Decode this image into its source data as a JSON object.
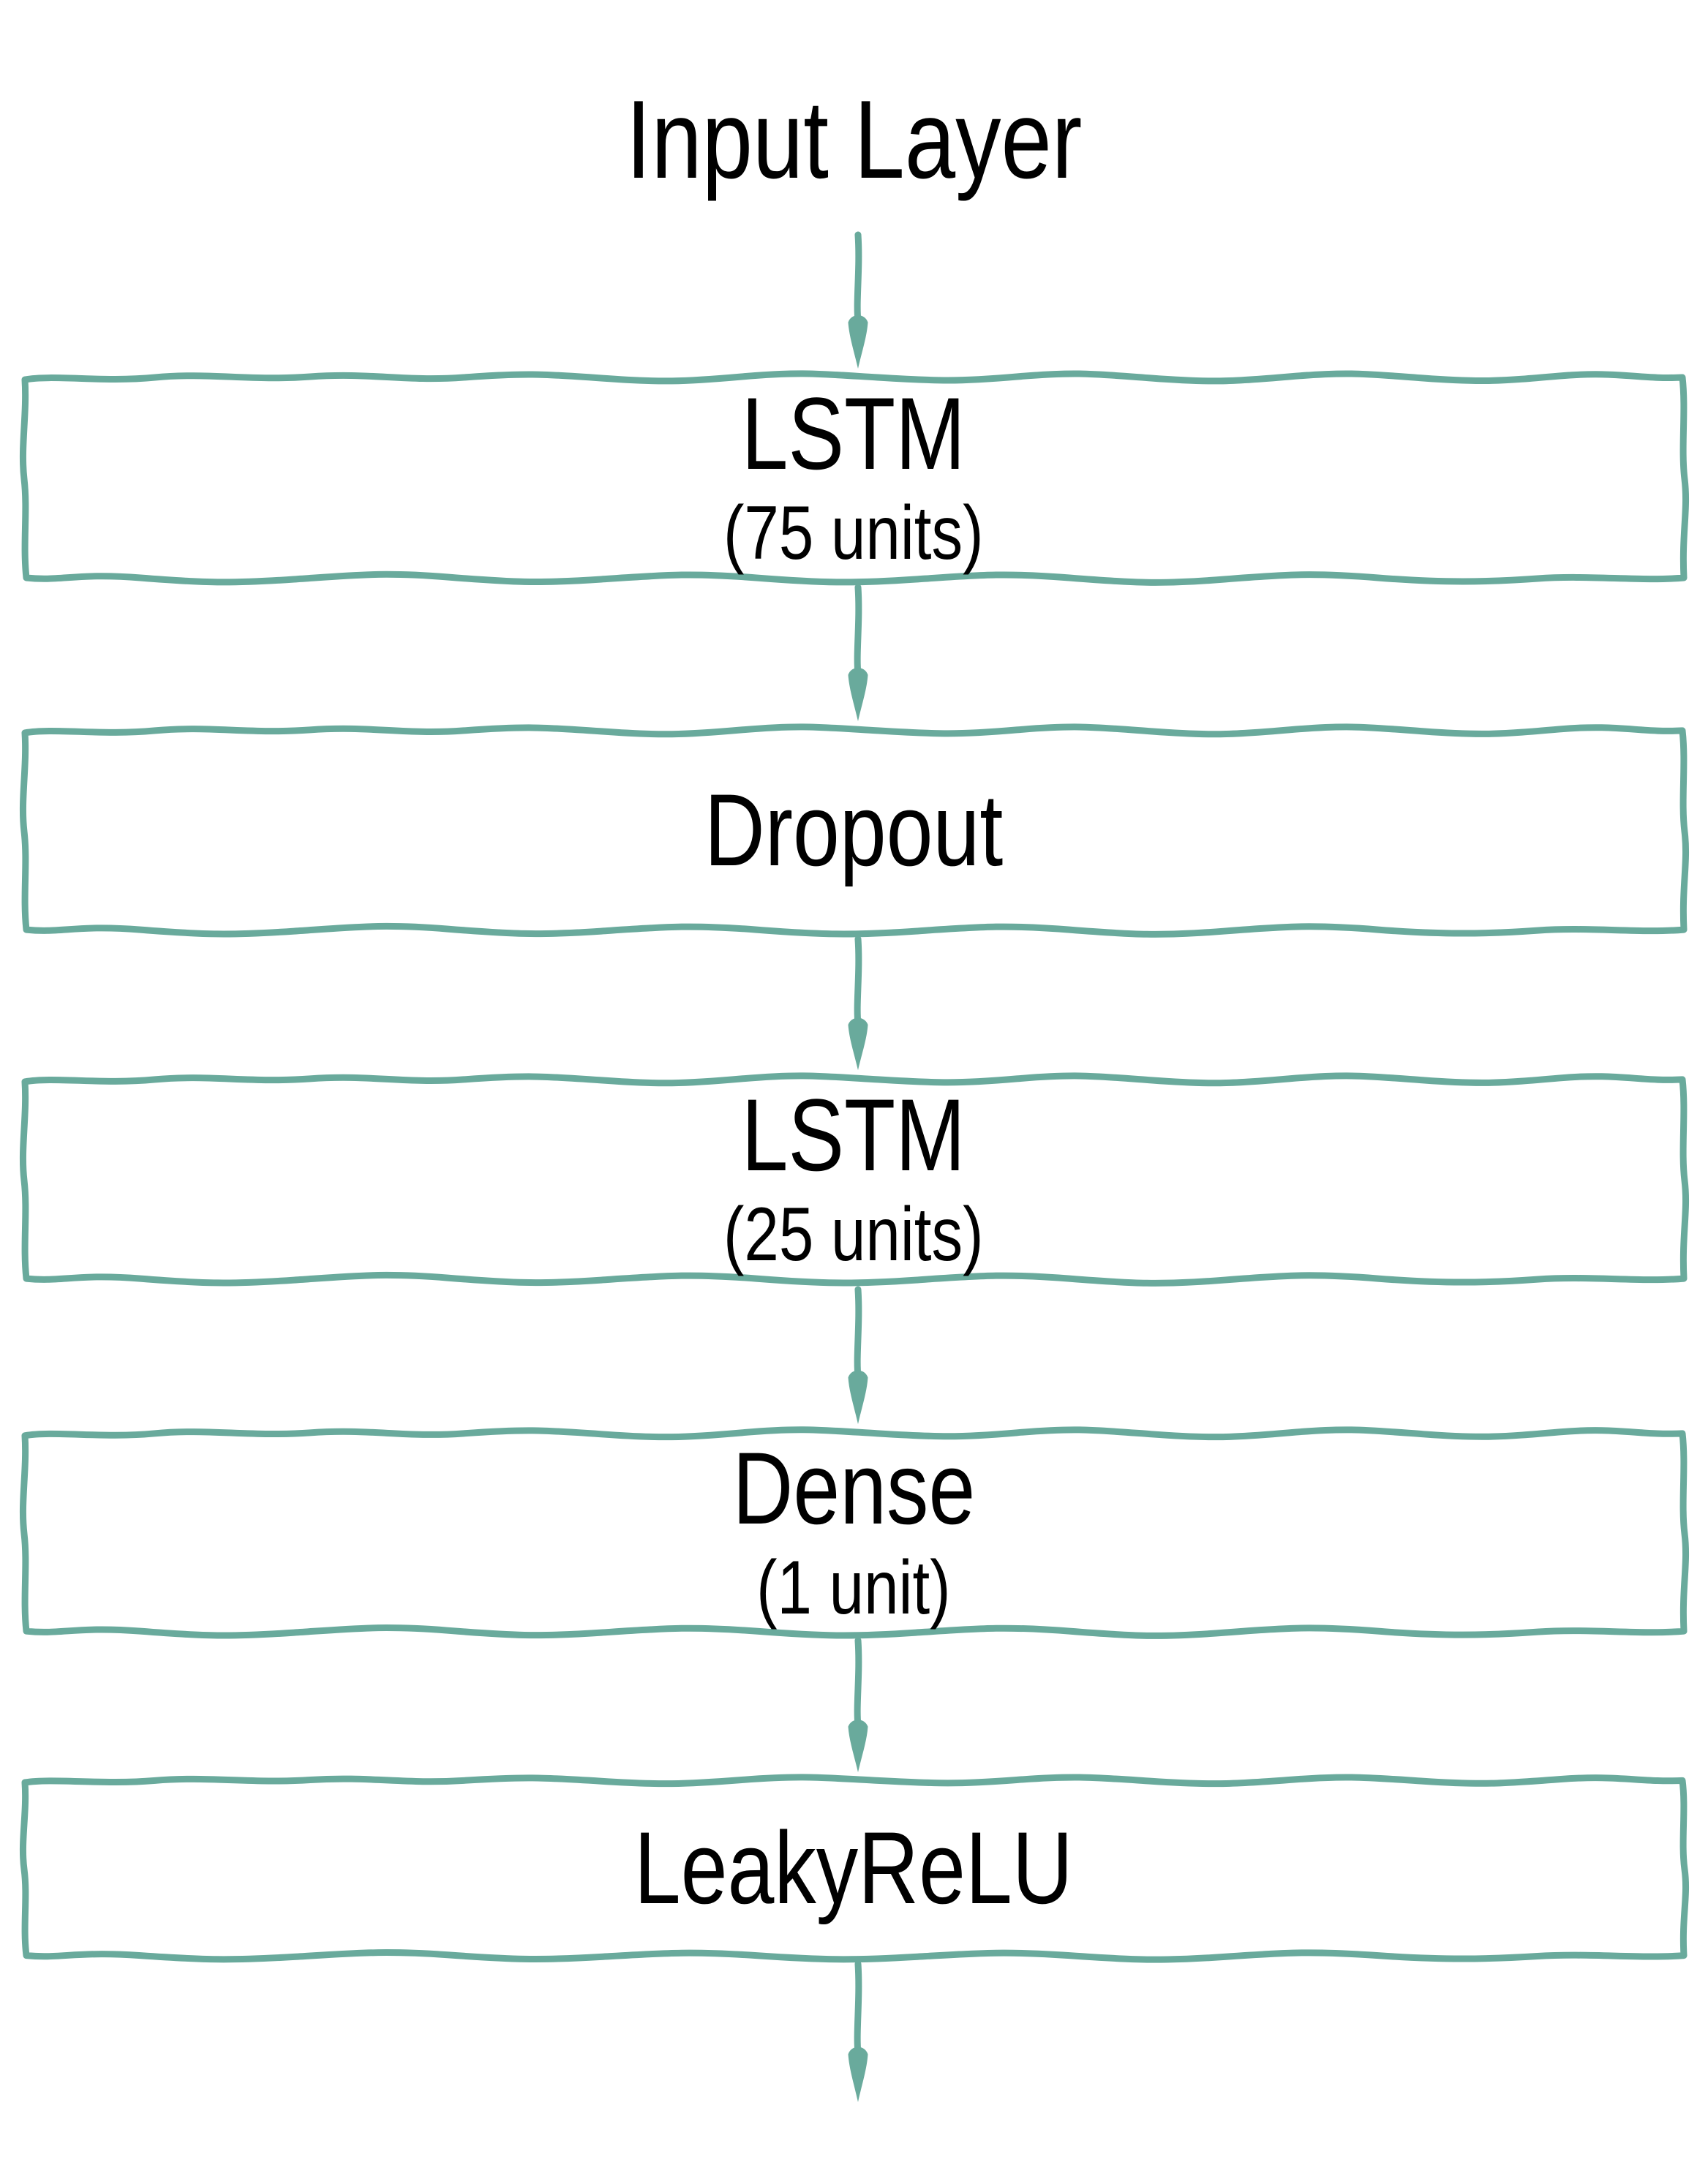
{
  "diagram": {
    "title": "Input Layer",
    "accent_color": "#69aa9c",
    "text_color": "#000000",
    "flow_direction": "top-to-bottom",
    "layers": [
      {
        "label": "LSTM",
        "sublabel": "(75 units)"
      },
      {
        "label": "Dropout",
        "sublabel": ""
      },
      {
        "label": "LSTM",
        "sublabel": "(25 units)"
      },
      {
        "label": "Dense",
        "sublabel": "(1 unit)"
      },
      {
        "label": "LeakyReLU",
        "sublabel": ""
      }
    ]
  }
}
